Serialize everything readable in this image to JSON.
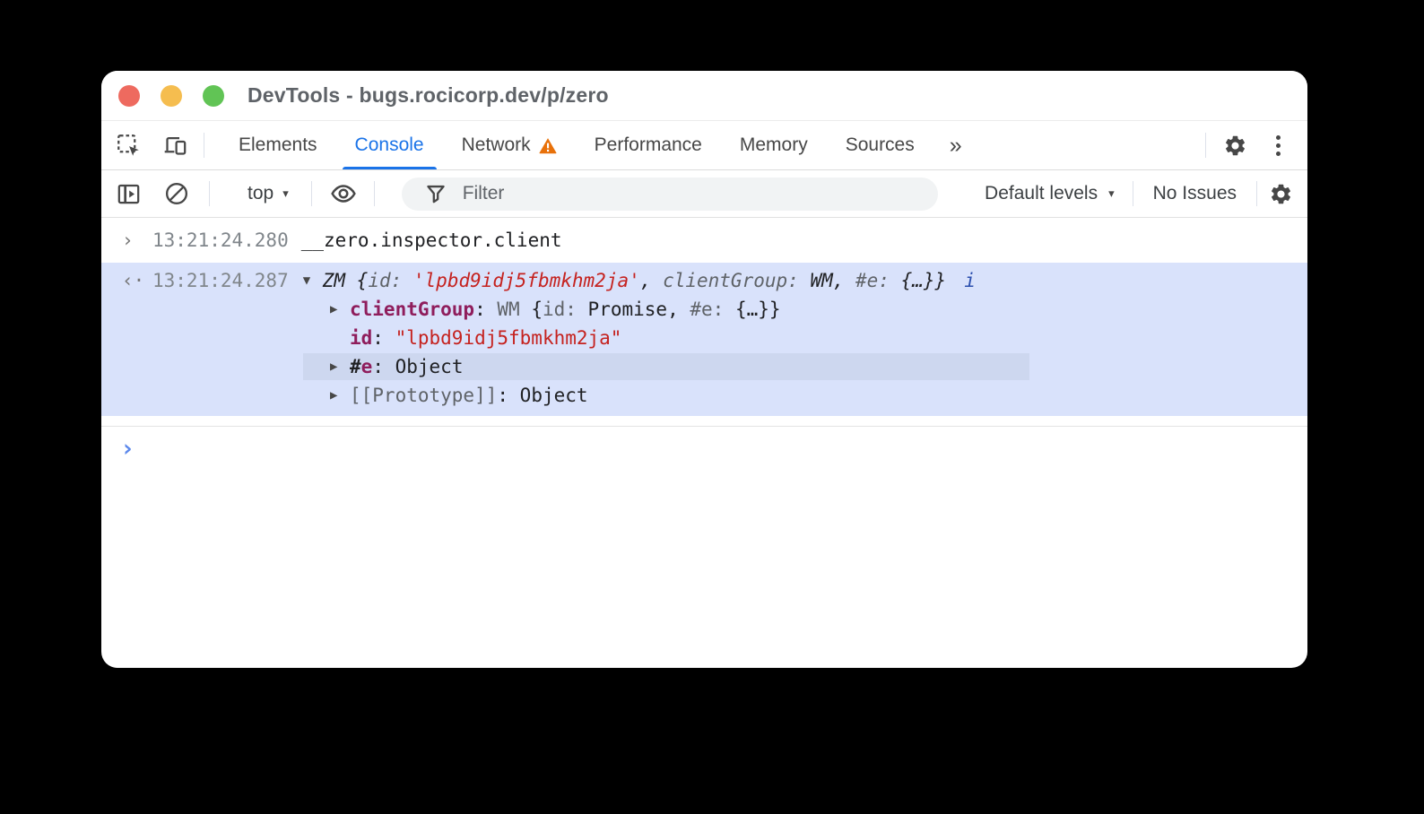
{
  "window": {
    "title": "DevTools - bugs.rocicorp.dev/p/zero"
  },
  "icons": {
    "more_tabs": "»",
    "dropdown_arrow": "▾",
    "expand_arrow": "▶",
    "collapse_arrow": "▼",
    "input_chevron": "›",
    "result_chevron": "‹·",
    "prompt_chevron": "›",
    "info": "i"
  },
  "colors": {
    "accent_blue": "#1a73e8",
    "warning_orange": "#e8710a",
    "result_row_bg": "#d9e2fb",
    "selected_subrow_bg": "#cdd7ef",
    "string_red": "#c5221f",
    "property_purple": "#8f1d5c",
    "prompt_blue": "#5a87eb"
  },
  "tab_bar": {
    "tabs": [
      {
        "label": "Elements"
      },
      {
        "label": "Console"
      },
      {
        "label": "Network"
      },
      {
        "label": "Performance"
      },
      {
        "label": "Memory"
      },
      {
        "label": "Sources"
      }
    ]
  },
  "console_toolbar": {
    "context_selector": "top",
    "filter_placeholder": "Filter",
    "levels_selector": "Default levels",
    "issues_status": "No Issues"
  },
  "console": {
    "input_echo": {
      "timestamp": "13:21:24.280",
      "expression": "__zero.inspector.client"
    },
    "result": {
      "timestamp": "13:21:24.287",
      "preview": {
        "class_name": "ZM ",
        "open": "{",
        "key_id": "id: ",
        "val_id": "'lpbd9idj5fbmkhm2ja'",
        "sep1": ", ",
        "key_cg": "clientGroup: ",
        "val_cg": "WM",
        "sep2": ", ",
        "key_e": "#e: ",
        "val_e": "{…}",
        "close": "}"
      },
      "children": {
        "client_group": {
          "key": "clientGroup",
          "colon": ": ",
          "val_class": "WM ",
          "open": "{",
          "k1": "id: ",
          "v1": "Promise",
          "sep": ", ",
          "k2": "#e: ",
          "v2": "{…}",
          "close": "}"
        },
        "id": {
          "key": "id",
          "colon": ": ",
          "value": "\"lpbd9idj5fbmkhm2ja\""
        },
        "e": {
          "hash": "#",
          "key": "e",
          "colon": ": ",
          "value": "Object"
        },
        "prototype": {
          "key": "[[Prototype]]",
          "colon": ": ",
          "value": "Object"
        }
      }
    }
  }
}
